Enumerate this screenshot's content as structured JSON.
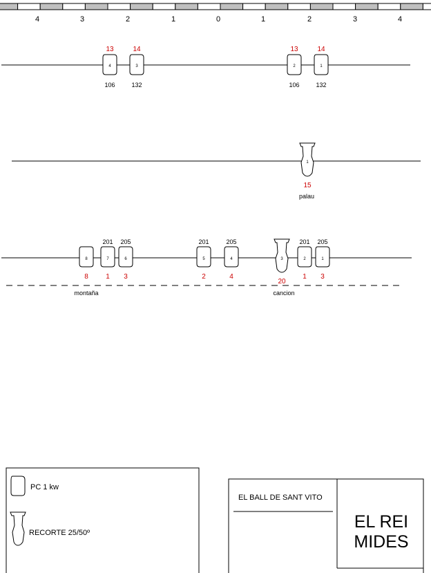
{
  "ruler": {
    "numbers": [
      "4",
      "3",
      "2",
      "1",
      "0",
      "1",
      "2",
      "3",
      "4"
    ]
  },
  "battens": [
    {
      "label": "",
      "fixtures": [
        {
          "type": "pc",
          "id": "4",
          "dimmer": "13",
          "circuit": "106"
        },
        {
          "type": "pc",
          "id": "3",
          "dimmer": "14",
          "circuit": "132"
        },
        {
          "type": "pc",
          "id": "2",
          "dimmer": "13",
          "circuit": "106"
        },
        {
          "type": "pc",
          "id": "1",
          "dimmer": "14",
          "circuit": "132"
        }
      ]
    },
    {
      "label": "palau",
      "fixtures": [
        {
          "type": "recorte",
          "id": "1",
          "dimmer": "15",
          "circuit": ""
        }
      ]
    },
    {
      "label": "",
      "sublabels": [
        "montaña",
        "cancion"
      ],
      "fixtures": [
        {
          "type": "pc",
          "id": "8",
          "dimmer": "8",
          "circuit": ""
        },
        {
          "type": "pc",
          "id": "7",
          "dimmer": "1",
          "circuit": "201"
        },
        {
          "type": "pc",
          "id": "6",
          "dimmer": "3",
          "circuit": "205"
        },
        {
          "type": "pc",
          "id": "5",
          "dimmer": "2",
          "circuit": "201"
        },
        {
          "type": "pc",
          "id": "4",
          "dimmer": "4",
          "circuit": "205"
        },
        {
          "type": "recorte",
          "id": "3",
          "dimmer": "20",
          "circuit": ""
        },
        {
          "type": "pc",
          "id": "2",
          "dimmer": "1",
          "circuit": "201"
        },
        {
          "type": "pc",
          "id": "1",
          "dimmer": "3",
          "circuit": "205"
        }
      ]
    }
  ],
  "legend": {
    "items": [
      {
        "icon": "pc-fixture-icon",
        "label": "PC 1 kw"
      },
      {
        "icon": "recorte-fixture-icon",
        "label": "RECORTE 25/50º"
      }
    ]
  },
  "title_block": {
    "show": "EL BALL DE SANT VITO",
    "company_line1": "EL REI",
    "company_line2": "MIDES"
  },
  "colors": {
    "dimmer": "#cc0000",
    "ruler_fill": "#c0c0c0"
  }
}
